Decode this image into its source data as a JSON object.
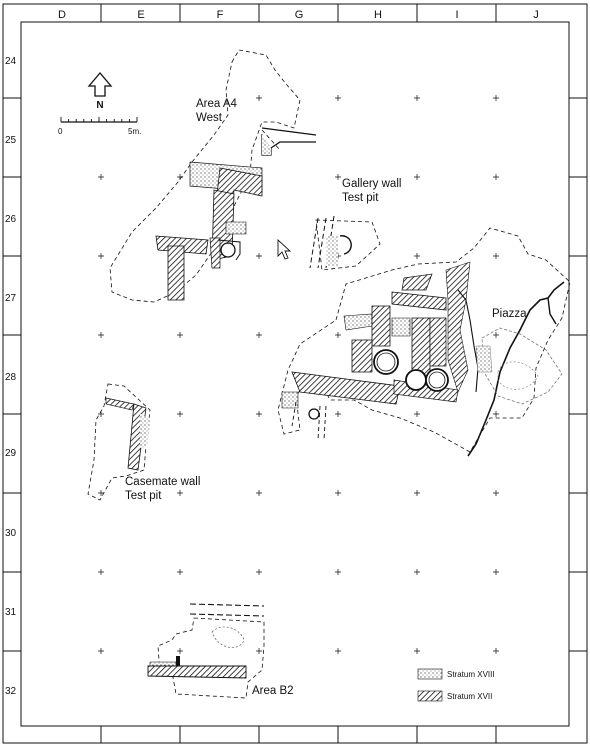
{
  "grid": {
    "columns": [
      "D",
      "E",
      "F",
      "G",
      "H",
      "I",
      "J"
    ],
    "rows": [
      "24",
      "25",
      "26",
      "27",
      "28",
      "29",
      "30",
      "31",
      "32"
    ]
  },
  "north_arrow": {
    "label": "N"
  },
  "scale_bar": {
    "start_label": "0",
    "end_label": "5m."
  },
  "area_labels": {
    "area_a4": [
      "Area A4",
      "West"
    ],
    "gallery_wall": [
      "Gallery wall",
      "Test pit"
    ],
    "piazza": [
      "Piazza"
    ],
    "casemate_wall": [
      "Casemate wall",
      "Test pit"
    ],
    "area_b2": [
      "Area B2"
    ]
  },
  "legend": [
    {
      "label": "Stratum XVIII",
      "pattern": "stipple"
    },
    {
      "label": "Stratum XVII",
      "pattern": "hatch"
    }
  ]
}
